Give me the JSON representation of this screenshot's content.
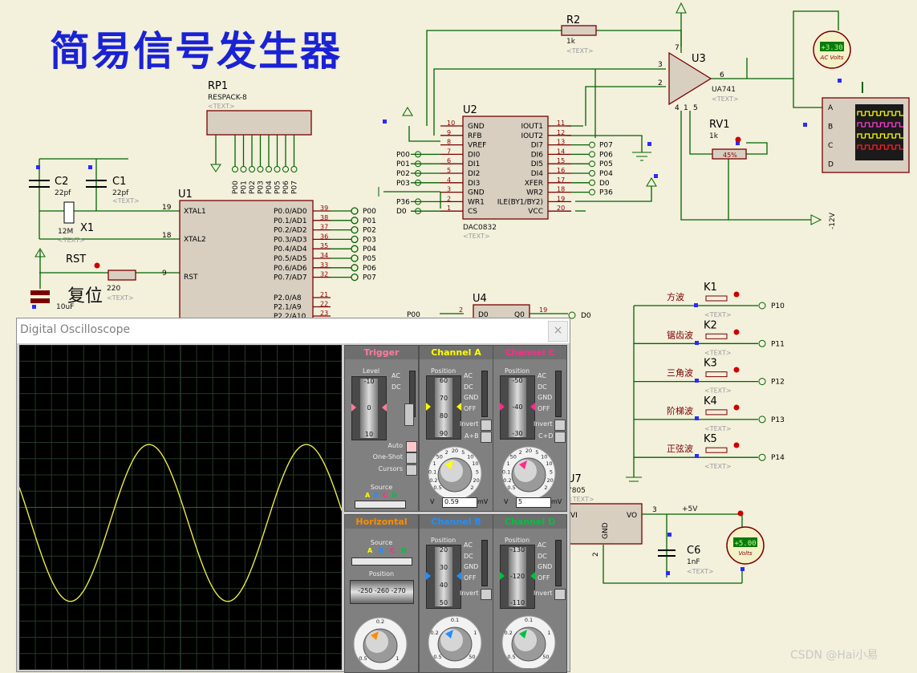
{
  "title": "简易信号发生器",
  "components": {
    "rp1": {
      "ref": "RP1",
      "value": "RESPACK-8",
      "text": "<TEXT>"
    },
    "u1": {
      "ref": "U1"
    },
    "u2": {
      "ref": "U2",
      "value": "DAC0832",
      "text": "<TEXT>"
    },
    "u3": {
      "ref": "U3",
      "value": "UA741",
      "text": "<TEXT>"
    },
    "u4": {
      "ref": "U4"
    },
    "u7": {
      "ref": "U7",
      "value": "7805",
      "text": "<TEXT>"
    },
    "r2": {
      "ref": "R2",
      "value": "1k",
      "text": "<TEXT>"
    },
    "rv1": {
      "ref": "RV1",
      "value": "1k",
      "percent": "45%"
    },
    "c1": {
      "ref": "C1",
      "value": "22pf",
      "text": "<TEXT>"
    },
    "c2": {
      "ref": "C2",
      "value": "22pf"
    },
    "c6": {
      "ref": "C6",
      "value": "1nF",
      "text": "<TEXT>"
    },
    "x1": {
      "ref": "X1",
      "value": "12M",
      "text": "<TEXT>"
    },
    "rst": {
      "ref": "RST",
      "label": "复位",
      "value": "220",
      "text": "<TEXT>",
      "cap": "10uF"
    },
    "neg12": "-12V",
    "plus5": "+5V",
    "text": "<TEXT>"
  },
  "u1_pins": {
    "left": [
      {
        "name": "XTAL1",
        "num": "19"
      },
      {
        "name": "XTAL2",
        "num": "18"
      },
      {
        "name": "RST",
        "num": "9"
      }
    ],
    "right": [
      {
        "name": "P0.0/AD0",
        "num": "39",
        "net": "P00"
      },
      {
        "name": "P0.1/AD1",
        "num": "38",
        "net": "P01"
      },
      {
        "name": "P0.2/AD2",
        "num": "37",
        "net": "P02"
      },
      {
        "name": "P0.3/AD3",
        "num": "36",
        "net": "P03"
      },
      {
        "name": "P0.4/AD4",
        "num": "35",
        "net": "P04"
      },
      {
        "name": "P0.5/AD5",
        "num": "34",
        "net": "P05"
      },
      {
        "name": "P0.6/AD6",
        "num": "33",
        "net": "P06"
      },
      {
        "name": "P0.7/AD7",
        "num": "32",
        "net": "P07"
      },
      {
        "name": "P2.0/A8",
        "num": "21"
      },
      {
        "name": "P2.1/A9",
        "num": "22"
      },
      {
        "name": "P2.2/A10",
        "num": "23"
      }
    ]
  },
  "rp1_pins": [
    "P00",
    "P01",
    "P02",
    "P03",
    "P04",
    "P05",
    "P06",
    "P07"
  ],
  "u2_pins": {
    "left": [
      {
        "name": "GND",
        "num": "10",
        "net": ""
      },
      {
        "name": "RFB",
        "num": "9",
        "net": ""
      },
      {
        "name": "VREF",
        "num": "8",
        "net": ""
      },
      {
        "name": "DI0",
        "num": "7",
        "net": "P00"
      },
      {
        "name": "DI1",
        "num": "6",
        "net": "P01"
      },
      {
        "name": "DI2",
        "num": "5",
        "net": "P02"
      },
      {
        "name": "DI3",
        "num": "4",
        "net": "P03"
      },
      {
        "name": "GND",
        "num": "3",
        "net": ""
      },
      {
        "name": "WR1",
        "num": "2",
        "net": "P36"
      },
      {
        "name": "CS",
        "num": "1",
        "net": "D0"
      }
    ],
    "right": [
      {
        "name": "IOUT1",
        "num": "11",
        "net": ""
      },
      {
        "name": "IOUT2",
        "num": "12",
        "net": ""
      },
      {
        "name": "DI7",
        "num": "13",
        "net": "P07"
      },
      {
        "name": "DI6",
        "num": "14",
        "net": "P06"
      },
      {
        "name": "DI5",
        "num": "15",
        "net": "P05"
      },
      {
        "name": "DI4",
        "num": "16",
        "net": "P04"
      },
      {
        "name": "XFER",
        "num": "17",
        "net": "D0"
      },
      {
        "name": "WR2",
        "num": "18",
        "net": "P36"
      },
      {
        "name": "ILE(BY1/BY2)",
        "num": "19",
        "net": ""
      },
      {
        "name": "VCC",
        "num": "20",
        "net": ""
      }
    ]
  },
  "u3_pins": {
    "in_neg": "2",
    "in_pos": "3",
    "out": "6",
    "v_pos": "7",
    "v_neg": "4",
    "pin1": "1",
    "pin5": "5"
  },
  "u4_row": {
    "net_in": "P00",
    "pin_in": "2",
    "name_in": "D0",
    "name_out": "Q0",
    "pin_out": "19",
    "net_out": "D0"
  },
  "u7_pins": {
    "vi": "VI",
    "vo": "VO",
    "gnd": "GND",
    "pin3": "3",
    "pin2": "2"
  },
  "keys": [
    {
      "ref": "K1",
      "label": "方波",
      "net": "P10"
    },
    {
      "ref": "K2",
      "label": "锯齿波",
      "net": "P11"
    },
    {
      "ref": "K3",
      "label": "三角波",
      "net": "P12"
    },
    {
      "ref": "K4",
      "label": "阶梯波",
      "net": "P13"
    },
    {
      "ref": "K5",
      "label": "正弦波",
      "net": "P14"
    }
  ],
  "voltmeters": [
    {
      "value": "+3.30",
      "unit": "AC Volts"
    },
    {
      "value": "+5.00",
      "unit": "Volts"
    }
  ],
  "scope_inputs": [
    "A",
    "B",
    "C",
    "D"
  ],
  "oscilloscope": {
    "title": "Digital Oscilloscope",
    "close": "×",
    "trigger": {
      "title": "Trigger",
      "level_label": "Level",
      "level_ticks": [
        "-10",
        "0",
        "10"
      ],
      "coupling": [
        "AC",
        "DC"
      ],
      "auto": "Auto",
      "one_shot": "One-Shot",
      "cursors": "Cursors",
      "source": "Source",
      "source_letters": [
        "A",
        "B",
        "C",
        "D"
      ]
    },
    "channel_a": {
      "title": "Channel A",
      "position_label": "Position",
      "ticks": [
        "60",
        "70",
        "80",
        "90"
      ],
      "coupling": [
        "AC",
        "DC",
        "GND",
        "OFF"
      ],
      "invert": "Invert",
      "combine": "A+B",
      "scale": [
        "0.5",
        "0.2",
        "0.1",
        "1",
        "50",
        "2",
        "20",
        "5",
        "10",
        "10",
        "5",
        "20",
        "2"
      ],
      "value": "0.59",
      "v": "V",
      "mv": "mV"
    },
    "channel_c": {
      "title": "Channel C",
      "position_label": "Position",
      "ticks": [
        "-50",
        "-40",
        "-30"
      ],
      "coupling": [
        "AC",
        "DC",
        "GND",
        "OFF"
      ],
      "invert": "Invert",
      "combine": "C+D",
      "scale": [
        "0.5",
        "0.2",
        "0.1",
        "1",
        "50",
        "2",
        "20",
        "5",
        "10",
        "10",
        "5",
        "20",
        "2"
      ],
      "value": "5",
      "v": "V",
      "mv": "mV"
    },
    "horizontal": {
      "title": "Horizontal",
      "source": "Source",
      "source_letters": [
        "A",
        "B",
        "C",
        "D"
      ],
      "position_label": "Position",
      "ticks": [
        "-250",
        "-260",
        "-270"
      ],
      "scale": [
        "0.5",
        "0.2",
        "1"
      ]
    },
    "channel_b": {
      "title": "Channel B",
      "position_label": "Position",
      "ticks": [
        "20",
        "30",
        "40",
        "50"
      ],
      "coupling": [
        "AC",
        "DC",
        "GND",
        "OFF"
      ],
      "invert": "Invert",
      "scale": [
        "0.5",
        "0.2",
        "0.1",
        "1",
        "50"
      ]
    },
    "channel_d": {
      "title": "Channel D",
      "position_label": "Position",
      "ticks": [
        "-130",
        "-120",
        "-110"
      ],
      "coupling": [
        "AC",
        "DC",
        "GND",
        "OFF"
      ],
      "invert": "Invert",
      "scale": [
        "0.5",
        "0.2",
        "0.1",
        "1",
        "50"
      ]
    },
    "colors": {
      "trigger": "#ff7b9c",
      "a": "#ffff00",
      "b": "#1e90ff",
      "c": "#ff2a8a",
      "d": "#00c040",
      "horizontal": "#ff8c00",
      "trace": "#e8e84a"
    },
    "trace": {
      "cycles_visible": 2.05,
      "amplitude_fraction": 0.46
    }
  },
  "watermark": "CSDN @Hai小易"
}
